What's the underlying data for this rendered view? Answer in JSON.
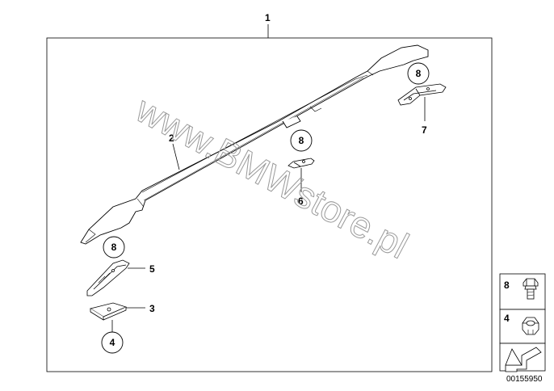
{
  "title_callout": "1",
  "parts": [
    {
      "label": "2",
      "name": "roof-rail"
    },
    {
      "label": "3",
      "name": "nut-plate"
    },
    {
      "label": "4",
      "name": "nut"
    },
    {
      "label": "5",
      "name": "front-rail-foot"
    },
    {
      "label": "6",
      "name": "center-rail-clip"
    },
    {
      "label": "7",
      "name": "rear-rail-foot"
    },
    {
      "label": "8",
      "name": "bolt"
    }
  ],
  "circle_callouts": [
    "8",
    "8",
    "8",
    "4"
  ],
  "legend": {
    "items": [
      {
        "label": "8",
        "icon": "bolt-icon"
      },
      {
        "label": "4",
        "icon": "nut-icon"
      }
    ],
    "arrow_icon": "direction-arrow-icon"
  },
  "watermark": "www.BMWstore.pl",
  "reference_number": "00155950"
}
